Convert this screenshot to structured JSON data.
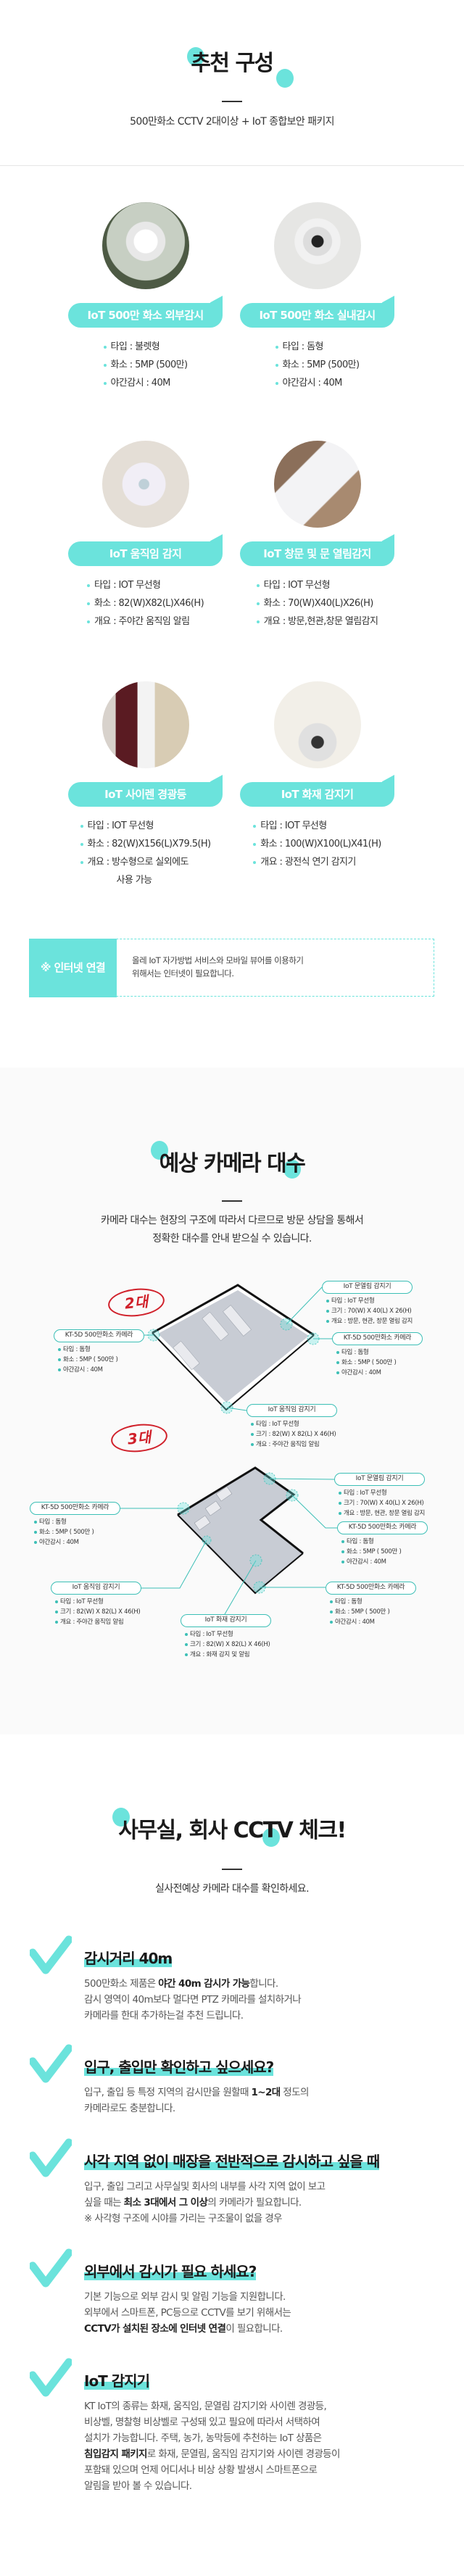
{
  "colors": {
    "accent": "#6be3dc",
    "accent_dark": "#3cbfb6",
    "count_red": "#d0202a",
    "grey_bg": "#fafafa"
  },
  "recommend": {
    "title": "추천 구성",
    "subtitle": "500만화소 CCTV 2대이상 + IoT 종합보안 패키지",
    "products": [
      {
        "title": "IoT 500만 화소 외부감시",
        "icon": "bullet-camera-photo",
        "specs": [
          "타입 : 불렛형",
          "화소 : 5MP (500만)",
          "야간감시 : 40M"
        ]
      },
      {
        "title": "IoT 500만 화소 실내감시",
        "icon": "dome-camera-photo",
        "specs": [
          "타입 : 돔형",
          "화소 : 5MP (500만)",
          "야간감시 : 40M"
        ]
      },
      {
        "title": "IoT 움직임 감지",
        "icon": "motion-sensor-photo",
        "specs": [
          "타입 : IOT 무선형",
          "화소 : 82(W)X82(L)X46(H)",
          "개요 : 주야간 움직임 알림"
        ]
      },
      {
        "title": "IoT 창문 및 문 열림감지",
        "icon": "door-sensor-photo",
        "specs": [
          "타입 : IOT 무선형",
          "화소 : 70(W)X40(L)X26(H)",
          "개요 : 방문,현관,창문 열림감지"
        ]
      },
      {
        "title": "IoT 사이렌 경광등",
        "icon": "siren-photo",
        "specs": [
          "타입 : IOT 무선형",
          "화소 : 82(W)X156(L)X79.5(H)",
          "개요 : 방수형으로 실외에도\n사용 가능"
        ]
      },
      {
        "title": "IoT 화재 감지기",
        "icon": "fire-detector-photo",
        "specs": [
          "타입 : IOT 무선형",
          "화소 : 100(W)X100(L)X41(H)",
          "개요 : 광전식 연기 감지기"
        ]
      }
    ],
    "internet": {
      "label": "※ 인터넷 연결",
      "text": "올레 IoT 자가방법 서비스와 모바일 뷰어를 이용하기\n위해서는 인터넷이 필요합니다."
    }
  },
  "estimate": {
    "title": "예상 카메라 대수",
    "desc": "카메라 대수는 현장의 구조에 따라서 다르므로 방문 상담을 통해서\n정확한 대수를 안내 받으실 수 있습니다.",
    "diagrams": [
      {
        "count": "2대",
        "labels": [
          {
            "title": "IoT 문열림 감지기",
            "specs": [
              "타입 : IoT 무선형",
              "크기 : 70(W) X 40(L) X 26(H)",
              "개요 : 방문, 현관, 창문 열림 감지"
            ]
          },
          {
            "title": "KT-5D 500만화소 카메라",
            "specs": [
              "타입 : 돔형",
              "화소 : 5MP ( 500만 )",
              "야간감시 : 40M"
            ]
          },
          {
            "title": "KT-5D 500만화소 카메라",
            "specs": [
              "타입 : 돔형",
              "화소 : 5MP ( 500만 )",
              "야간감시 : 40M"
            ]
          },
          {
            "title": "IoT 움직임 감지기",
            "specs": [
              "타입 : IoT 무선형",
              "크기 : 82(W) X 82(L) X 46(H)",
              "개요 : 주야간 움직임 알림"
            ]
          }
        ]
      },
      {
        "count": "3대",
        "labels": [
          {
            "title": "IoT 문열림 감지기",
            "specs": [
              "타입 : IoT 무선형",
              "크기 : 70(W) X 40(L) X 26(H)",
              "개요 : 방문, 현관, 창문 열림 감지"
            ]
          },
          {
            "title": "KT-5D 500만화소 카메라",
            "specs": [
              "타입 : 돔형",
              "화소 : 5MP ( 500만 )",
              "야간감시 : 40M"
            ]
          },
          {
            "title": "KT-5D 500만화소 카메라",
            "specs": [
              "타입 : 돔형",
              "화소 : 5MP ( 500만 )",
              "야간감시 : 40M"
            ]
          },
          {
            "title": "IoT 움직임 감지기",
            "specs": [
              "타입 : IoT 무선형",
              "크기 : 82(W) X 82(L) X 46(H)",
              "개요 : 주야간 움직임 알림"
            ]
          },
          {
            "title": "KT-5D 500만화소 카메라",
            "specs": [
              "타입 : 돔형",
              "화소 : 5MP ( 500만 )",
              "야간감시 : 40M"
            ]
          },
          {
            "title": "IoT 화재 감지기",
            "specs": [
              "타입 : IoT 무선형",
              "크기 : 82(W) X 82(L) X 46(H)",
              "개요 : 화재 감지 및 알림"
            ]
          }
        ]
      }
    ]
  },
  "check": {
    "title": "사무실, 회사 CCTV 체크!",
    "subtitle": "실사전예상 카메라 대수를 확인하세요.",
    "items": [
      {
        "heading": "감시거리 40m",
        "body": [
          [
            {
              "text": "500만화소 제품은 ",
              "bold": false
            },
            {
              "text": "야간 40m 감시가 가능",
              "bold": true
            },
            {
              "text": "합니다.",
              "bold": false
            }
          ],
          [
            {
              "text": "감시 영역이 40m보다 멀다면 PTZ 카메라를 설치하거나",
              "bold": false
            }
          ],
          [
            {
              "text": "카메라를 한대 추가하는걸 추천 드립니다.",
              "bold": false
            }
          ]
        ]
      },
      {
        "heading": "입구, 출입만 확인하고 싶으세요?",
        "body": [
          [
            {
              "text": "입구, 출입 등 특정 지역의 감시만을 원할때 ",
              "bold": false
            },
            {
              "text": "1~2대",
              "bold": true
            },
            {
              "text": " 정도의",
              "bold": false
            }
          ],
          [
            {
              "text": "카메라로도 충분합니다.",
              "bold": false
            }
          ]
        ]
      },
      {
        "heading": "사각 지역 없이 매장을 전반적으로 감시하고 싶을 때",
        "body": [
          [
            {
              "text": "입구, 출입 그리고 사무실및 회사의 내부를  사각 지역 없이 보고",
              "bold": false
            }
          ],
          [
            {
              "text": "싶을 때는 ",
              "bold": false
            },
            {
              "text": "최소  3대에서 그 이상",
              "bold": true
            },
            {
              "text": "의 카메라가 필요합니다.",
              "bold": false
            }
          ],
          [
            {
              "text": "※ 사각형 구조에 시야를 가리는 구조물이 없을 경우",
              "bold": false
            }
          ]
        ]
      },
      {
        "heading": "외부에서 감시가 필요 하세요?",
        "body": [
          [
            {
              "text": "기본 기능으로 외부 감시 및 알림 기능을 지원합니다.",
              "bold": false
            }
          ],
          [
            {
              "text": "외부에서 스마트폰, PC등으로 CCTV를 보기 위해서는",
              "bold": false
            }
          ],
          [
            {
              "text": "CCTV가 설치된 장소에 인터넷 연결",
              "bold": true
            },
            {
              "text": "이 필요합니다.",
              "bold": false
            }
          ]
        ]
      },
      {
        "heading": "IoT 감지기",
        "body": [
          [
            {
              "text": "KT IoT의 종류는 화재, 움직임, 문열림 감지기와 사이렌 경광등,",
              "bold": false
            }
          ],
          [
            {
              "text": "비상벨, 명찰형 비상벨로 구성돼 있고 필요에 따라서 서택하여",
              "bold": false
            }
          ],
          [
            {
              "text": "설치가 가능합니다. 주택, 농가, 농막등에 추천하는 IoT 상품은",
              "bold": false
            }
          ],
          [
            {
              "text": "침입감지 패키지",
              "bold": true
            },
            {
              "text": "로 화재, 문열림, 움직임 감지기와 사이렌 경광등이",
              "bold": false
            }
          ],
          [
            {
              "text": "포함돼 있으며 언제 어디서나 비상 상황 발생시 스마트폰으로",
              "bold": false
            }
          ],
          [
            {
              "text": "알림을 받아 볼 수 있습니다.",
              "bold": false
            }
          ]
        ]
      }
    ]
  }
}
